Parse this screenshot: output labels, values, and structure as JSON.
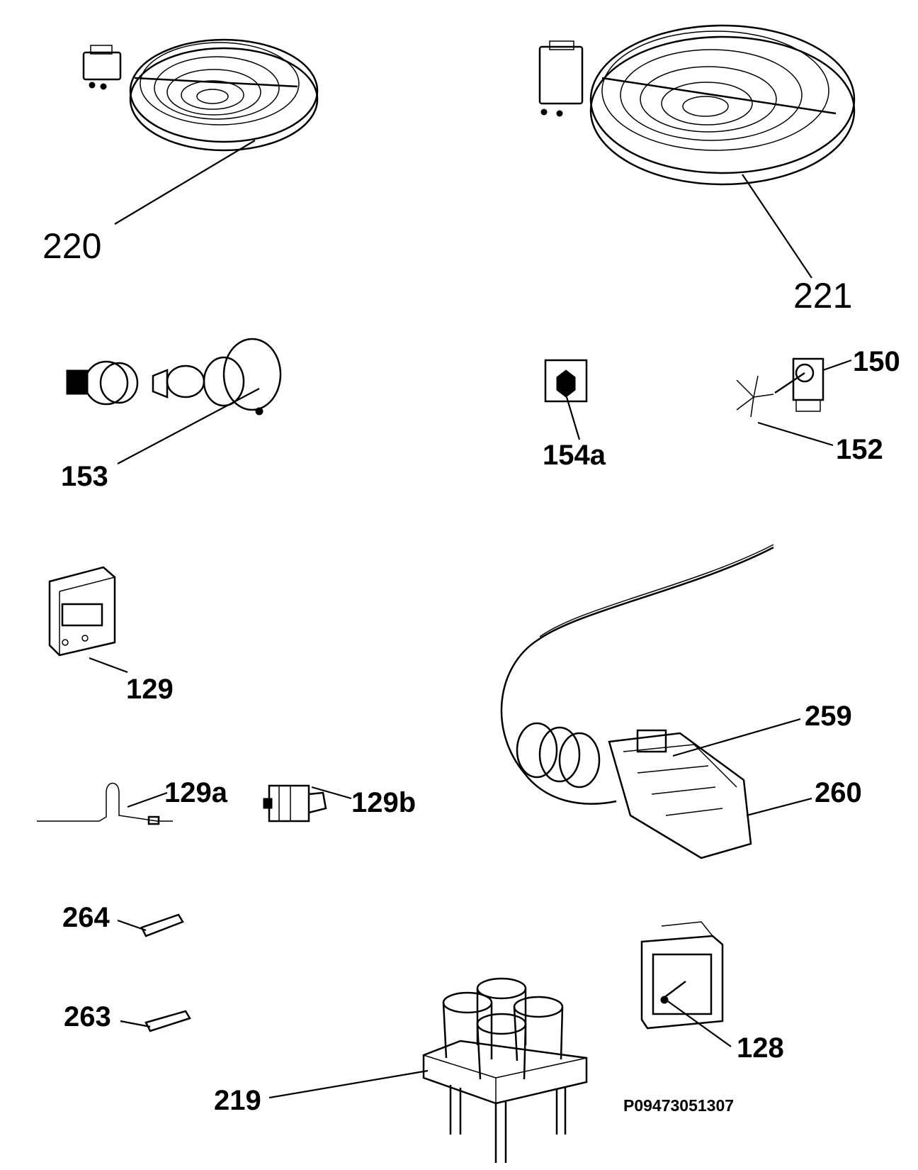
{
  "callouts": {
    "l220": "220",
    "l221": "221",
    "l153": "153",
    "l154a": "154a",
    "l150": "150",
    "l152": "152",
    "l129": "129",
    "l259": "259",
    "l260": "260",
    "l129a": "129a",
    "l129b": "129b",
    "l264": "264",
    "l263": "263",
    "l128": "128",
    "l219": "219"
  },
  "drawing_code": "P09473051307",
  "icons": {
    "hotplate_small": "radiant-hotplate-small",
    "hotplate_large": "radiant-hotplate-large",
    "lamp": "oven-lamp-assembly",
    "switch": "switch-plate",
    "fan": "fan-motor",
    "timer": "electronic-timer",
    "selector": "selector-switch-with-cable",
    "sensor": "temperature-sensor",
    "connector": "terminal-connector",
    "terminal": "terminal-pin",
    "thermostat": "thermostat",
    "support": "burner-support"
  }
}
